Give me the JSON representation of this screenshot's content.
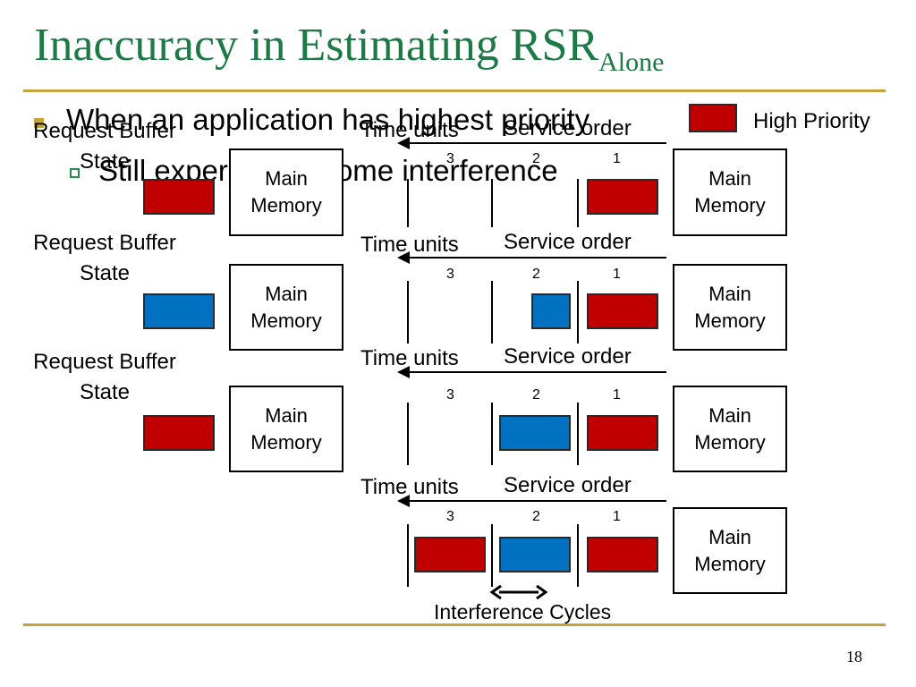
{
  "slide": {
    "title_main": "Inaccuracy in Estimating RSR",
    "title_sub": "Alone",
    "bullet_1": "When an application has highest priority",
    "bullet_2": "Still experiences some interference",
    "page_number": "18"
  },
  "legend": {
    "high_priority": "High Priority"
  },
  "labels": {
    "request_buffer_line1": "Request Buffer",
    "request_buffer_line2": "State",
    "main_memory_line1": "Main",
    "main_memory_line2": "Memory",
    "time_units": "Time units",
    "service_order": "Service order",
    "interference_cycles": "Interference Cycles"
  },
  "timeline_numbers": [
    "3",
    "2",
    "1"
  ],
  "colors": {
    "high_priority": "#c00000",
    "low_priority": "#0070c0",
    "title": "#1d7a45",
    "rule": "#c7a33f"
  }
}
